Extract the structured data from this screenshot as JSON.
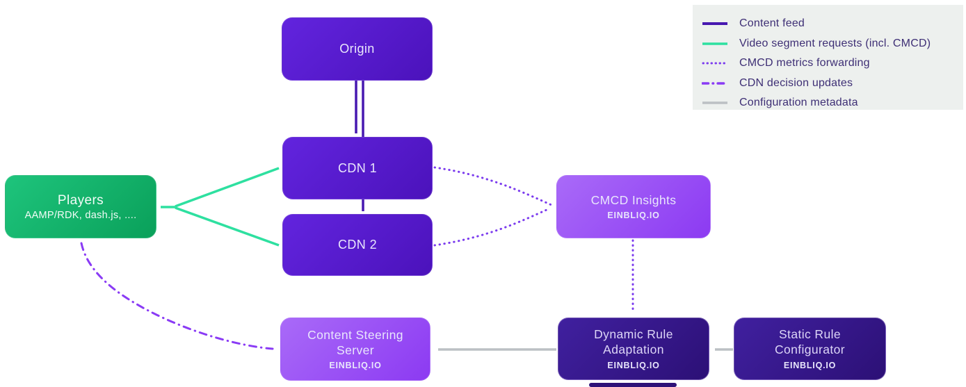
{
  "legend": {
    "items": [
      {
        "label": "Content feed",
        "style": "solid",
        "color": "#4718b0"
      },
      {
        "label": "Video segment requests (incl. CMCD)",
        "style": "solid",
        "color": "#2ee0a0"
      },
      {
        "label": "CMCD metrics forwarding",
        "style": "dotted",
        "color": "#7b3bee"
      },
      {
        "label": "CDN decision updates",
        "style": "dash-dot",
        "color": "#8a3bf5"
      },
      {
        "label": "Configuration metadata",
        "style": "solid",
        "color": "#bcc0c4"
      }
    ]
  },
  "nodes": {
    "origin": {
      "title": "Origin"
    },
    "cdn1": {
      "title": "CDN 1"
    },
    "cdn2": {
      "title": "CDN 2"
    },
    "players": {
      "title": "Players",
      "subtitle": "AAMP/RDK, dash.js, ...."
    },
    "cmcd_insights": {
      "title": "CMCD Insights",
      "subtitle": "EINBLIQ.IO"
    },
    "content_steering": {
      "title": "Content Steering Server",
      "subtitle": "EINBLIQ.IO"
    },
    "dynamic_rule": {
      "title": "Dynamic Rule Adaptation",
      "subtitle": "EINBLIQ.IO"
    },
    "static_rule": {
      "title": "Static Rule Configurator",
      "subtitle": "EINBLIQ.IO"
    }
  },
  "edges": [
    {
      "from": "Origin",
      "to": "CDN 1",
      "type": "Content feed"
    },
    {
      "from": "Origin",
      "to": "CDN 2",
      "type": "Content feed"
    },
    {
      "from": "Players",
      "to": "CDN 1",
      "type": "Video segment requests (incl. CMCD)",
      "bidirectional": true
    },
    {
      "from": "Players",
      "to": "CDN 2",
      "type": "Video segment requests (incl. CMCD)",
      "bidirectional": true
    },
    {
      "from": "CDN 1",
      "to": "CMCD Insights",
      "type": "CMCD metrics forwarding"
    },
    {
      "from": "CDN 2",
      "to": "CMCD Insights",
      "type": "CMCD metrics forwarding"
    },
    {
      "from": "CMCD Insights",
      "to": "Dynamic Rule Adaptation",
      "type": "CMCD metrics forwarding"
    },
    {
      "from": "Content Steering Server",
      "to": "Players",
      "type": "CDN decision updates",
      "bidirectional": true
    },
    {
      "from": "Dynamic Rule Adaptation",
      "to": "Content Steering Server",
      "type": "Configuration metadata"
    },
    {
      "from": "Static Rule Configurator",
      "to": "Dynamic Rule Adaptation",
      "type": "Configuration metadata"
    }
  ]
}
